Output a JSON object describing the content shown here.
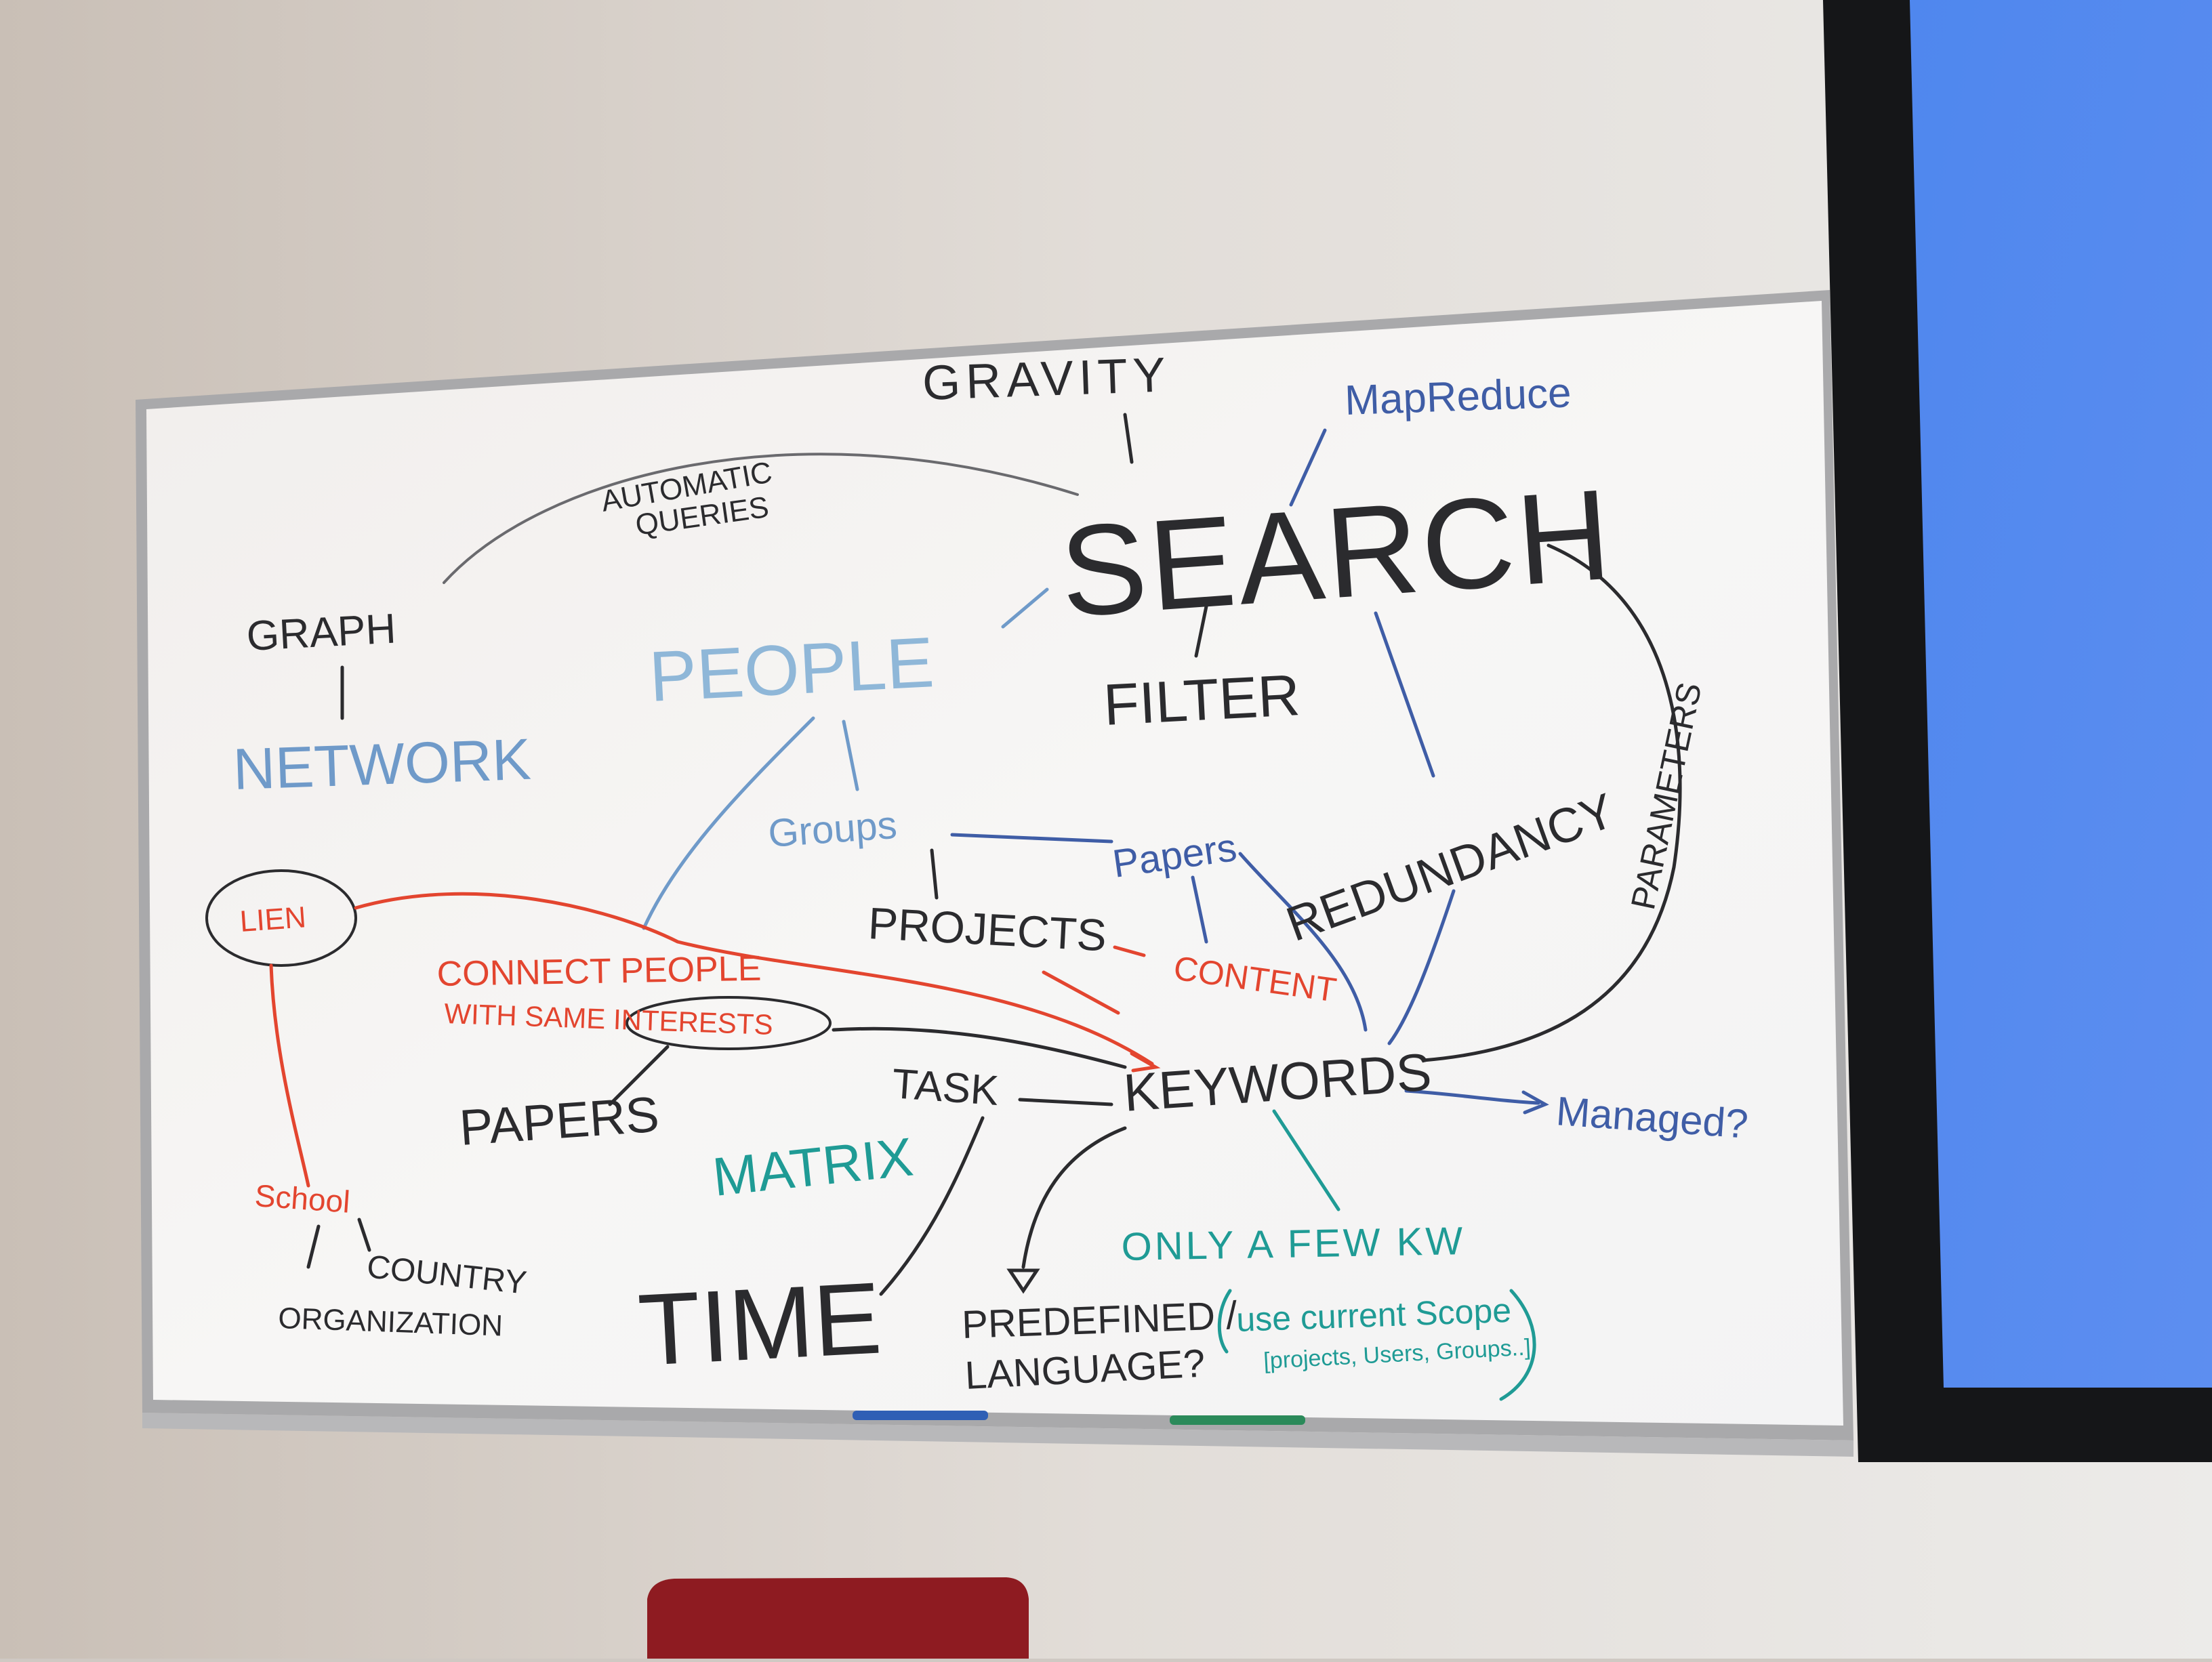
{
  "colors": {
    "black_marker": "#2b2b2e",
    "blue_marker": "#3f5da6",
    "light_blue_marker": "#6f9ac9",
    "red_marker": "#e3452f",
    "teal_marker": "#1f9b95",
    "screen_blue": "#4f87ee"
  },
  "whiteboard": {
    "gravity": "GRAVITY",
    "mapreduce": "MapReduce",
    "automatic_queries_line1": "AUTOMATIC",
    "automatic_queries_line2": "QUERIES",
    "search": "SEARCH",
    "graph": "GRAPH",
    "network": "NETWORK",
    "people": "PEOPLE",
    "filter": "FILTER",
    "redundancy": "REDUNDANCY",
    "parameters": "PARAMETERS",
    "groups": "Groups",
    "papers_blue": "Papers",
    "projects": "PROJECTS",
    "content": "CONTENT",
    "lien": "LIEN",
    "connect_people_line1": "CONNECT PEOPLE",
    "connect_people_line2": "WITH SAME INTERESTS",
    "task": "TASK",
    "keywords": "KEYWORDS",
    "managed": "Managed?",
    "papers_black": "PAPERS",
    "matrix": "MATRIX",
    "school": "School",
    "country": "COUNTRY",
    "organization": "ORGANIZATION",
    "time": "TIME",
    "only_few_kw": "ONLY A FEW KW",
    "predefined_line1": "PREDEFINED /",
    "predefined_line2": "LANGUAGE?",
    "use_scope_line1": "use current Scope",
    "use_scope_line2": "[projects, Users, Groups..]"
  }
}
